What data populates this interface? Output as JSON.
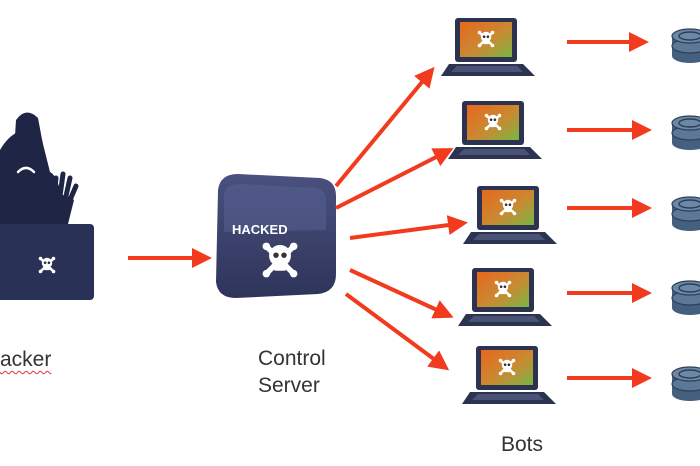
{
  "diagram": {
    "hacker_label": "acker",
    "control_label_line1": "Control",
    "control_label_line2": "Server",
    "bots_label": "Bots",
    "server_badge_text": "HACKED"
  },
  "colors": {
    "arrow": "#f23a1e",
    "device_navy": "#2c3350",
    "server_navy": "#3a416a",
    "screen_green": "#7ab544",
    "screen_orange": "#e8671e",
    "coin_blue": "#45607e"
  },
  "icons": [
    "hacker-figure-icon",
    "skull-crossbones-icon",
    "laptop-icon",
    "coin-stack-icon",
    "arrow-icon"
  ]
}
